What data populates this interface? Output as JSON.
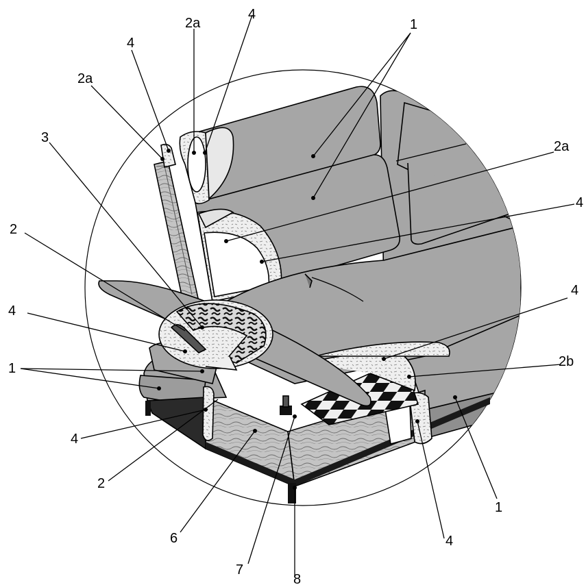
{
  "colors": {
    "upholstery": "#a6a6a6",
    "upholstery_light": "#e6e6e6",
    "foam": "#f0f0f0",
    "wood": "#bdbdbd",
    "spring_dark": "#111111",
    "outline": "#000000"
  },
  "labels": {
    "l_1_top": "1",
    "l_2a_top_mid": "2a",
    "l_4_top_mid": "4",
    "l_4_top_left": "4",
    "l_2a_top_left": "2a",
    "l_3": "3",
    "l_2a_right": "2a",
    "l_4_right_upper": "4",
    "l_2_left": "2",
    "l_4_right_mid": "4",
    "l_4_left": "4",
    "l_2b": "2b",
    "l_1_left": "1",
    "l_4_left_lower": "4",
    "l_2_bottom": "2",
    "l_1_bottom_right": "1",
    "l_6": "6",
    "l_4_bottom": "4",
    "l_7": "7",
    "l_8": "8"
  }
}
